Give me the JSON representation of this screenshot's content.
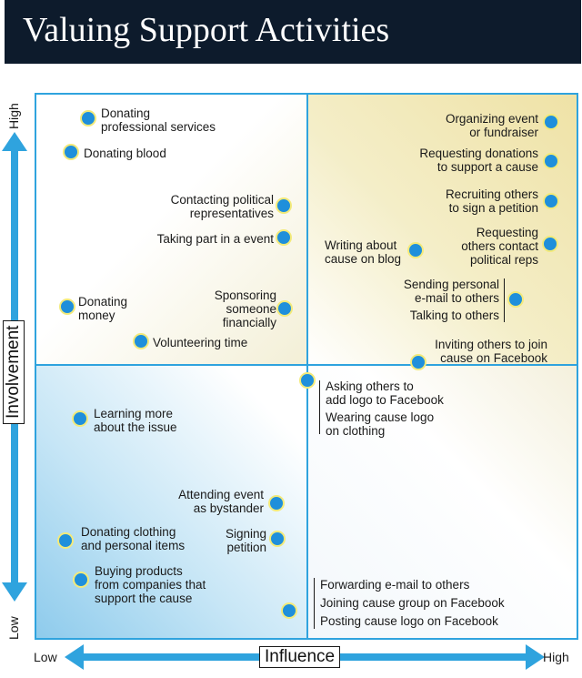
{
  "title": "Valuing Support Activities",
  "axes": {
    "y_label": "Involvement",
    "y_high": "High",
    "y_low": "Low",
    "x_label": "Influence",
    "x_low": "Low",
    "x_high": "High"
  },
  "items": {
    "donating_professional": "Donating\nprofessional services",
    "donating_blood": "Donating blood",
    "contacting_political": "Contacting political\nrepresentatives",
    "taking_part": "Taking part in a event",
    "donating_money": "Donating\nmoney",
    "sponsoring": "Sponsoring\nsomeone\nfinancially",
    "volunteering": "Volunteering time",
    "organizing_event": "Organizing event\nor fundraiser",
    "requesting_donations": "Requesting donations\nto support a cause",
    "recruiting": "Recruiting others\nto sign a petition",
    "writing_blog": "Writing about\ncause on blog",
    "requesting_contact": "Requesting\nothers contact\npolitical reps",
    "sending_email": "Sending personal\ne-mail to others",
    "talking": "Talking to others",
    "inviting_facebook": "Inviting others to join\ncause on Facebook",
    "learning_more": "Learning more\nabout the issue",
    "asking_logo": "Asking others to\nadd logo to Facebook",
    "wearing_logo": "Wearing cause logo\non clothing",
    "attending_bystander": "Attending event\nas bystander",
    "donating_clothing": "Donating clothing\nand personal items",
    "signing_petition": "Signing\npetition",
    "buying_products": "Buying products\nfrom companies that\nsupport the cause",
    "forwarding_email": "Forwarding e-mail to others",
    "joining_group": "Joining cause group on Facebook",
    "posting_logo": "Posting cause logo on Facebook"
  },
  "colors": {
    "title_bg": "#0d1b2c",
    "axis_blue": "#2fa3de",
    "dot_fill": "#1f8fdb",
    "dot_ring": "#f3ea7a"
  }
}
